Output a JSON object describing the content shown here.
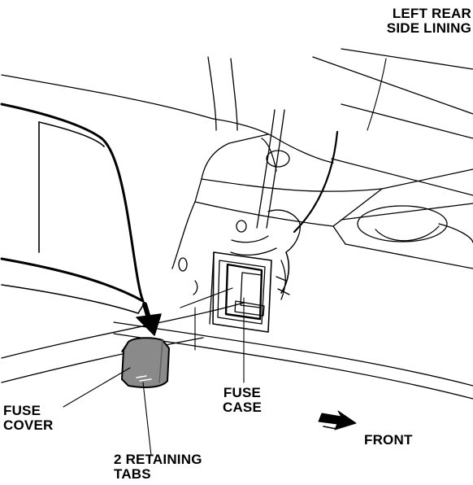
{
  "labels": {
    "left_rear_side_lining": [
      "LEFT REAR",
      "SIDE LINING"
    ],
    "fuse_cover": [
      "FUSE",
      "COVER"
    ],
    "fuse_case": [
      "FUSE",
      "CASE"
    ],
    "retaining_tabs": [
      "2 RETAINING",
      "TABS"
    ],
    "front": "FRONT"
  },
  "colors": {
    "line": "#000000",
    "cover_fill": "#8a8a8a",
    "cover_shade": "#5e5e5e",
    "background": "#ffffff"
  }
}
